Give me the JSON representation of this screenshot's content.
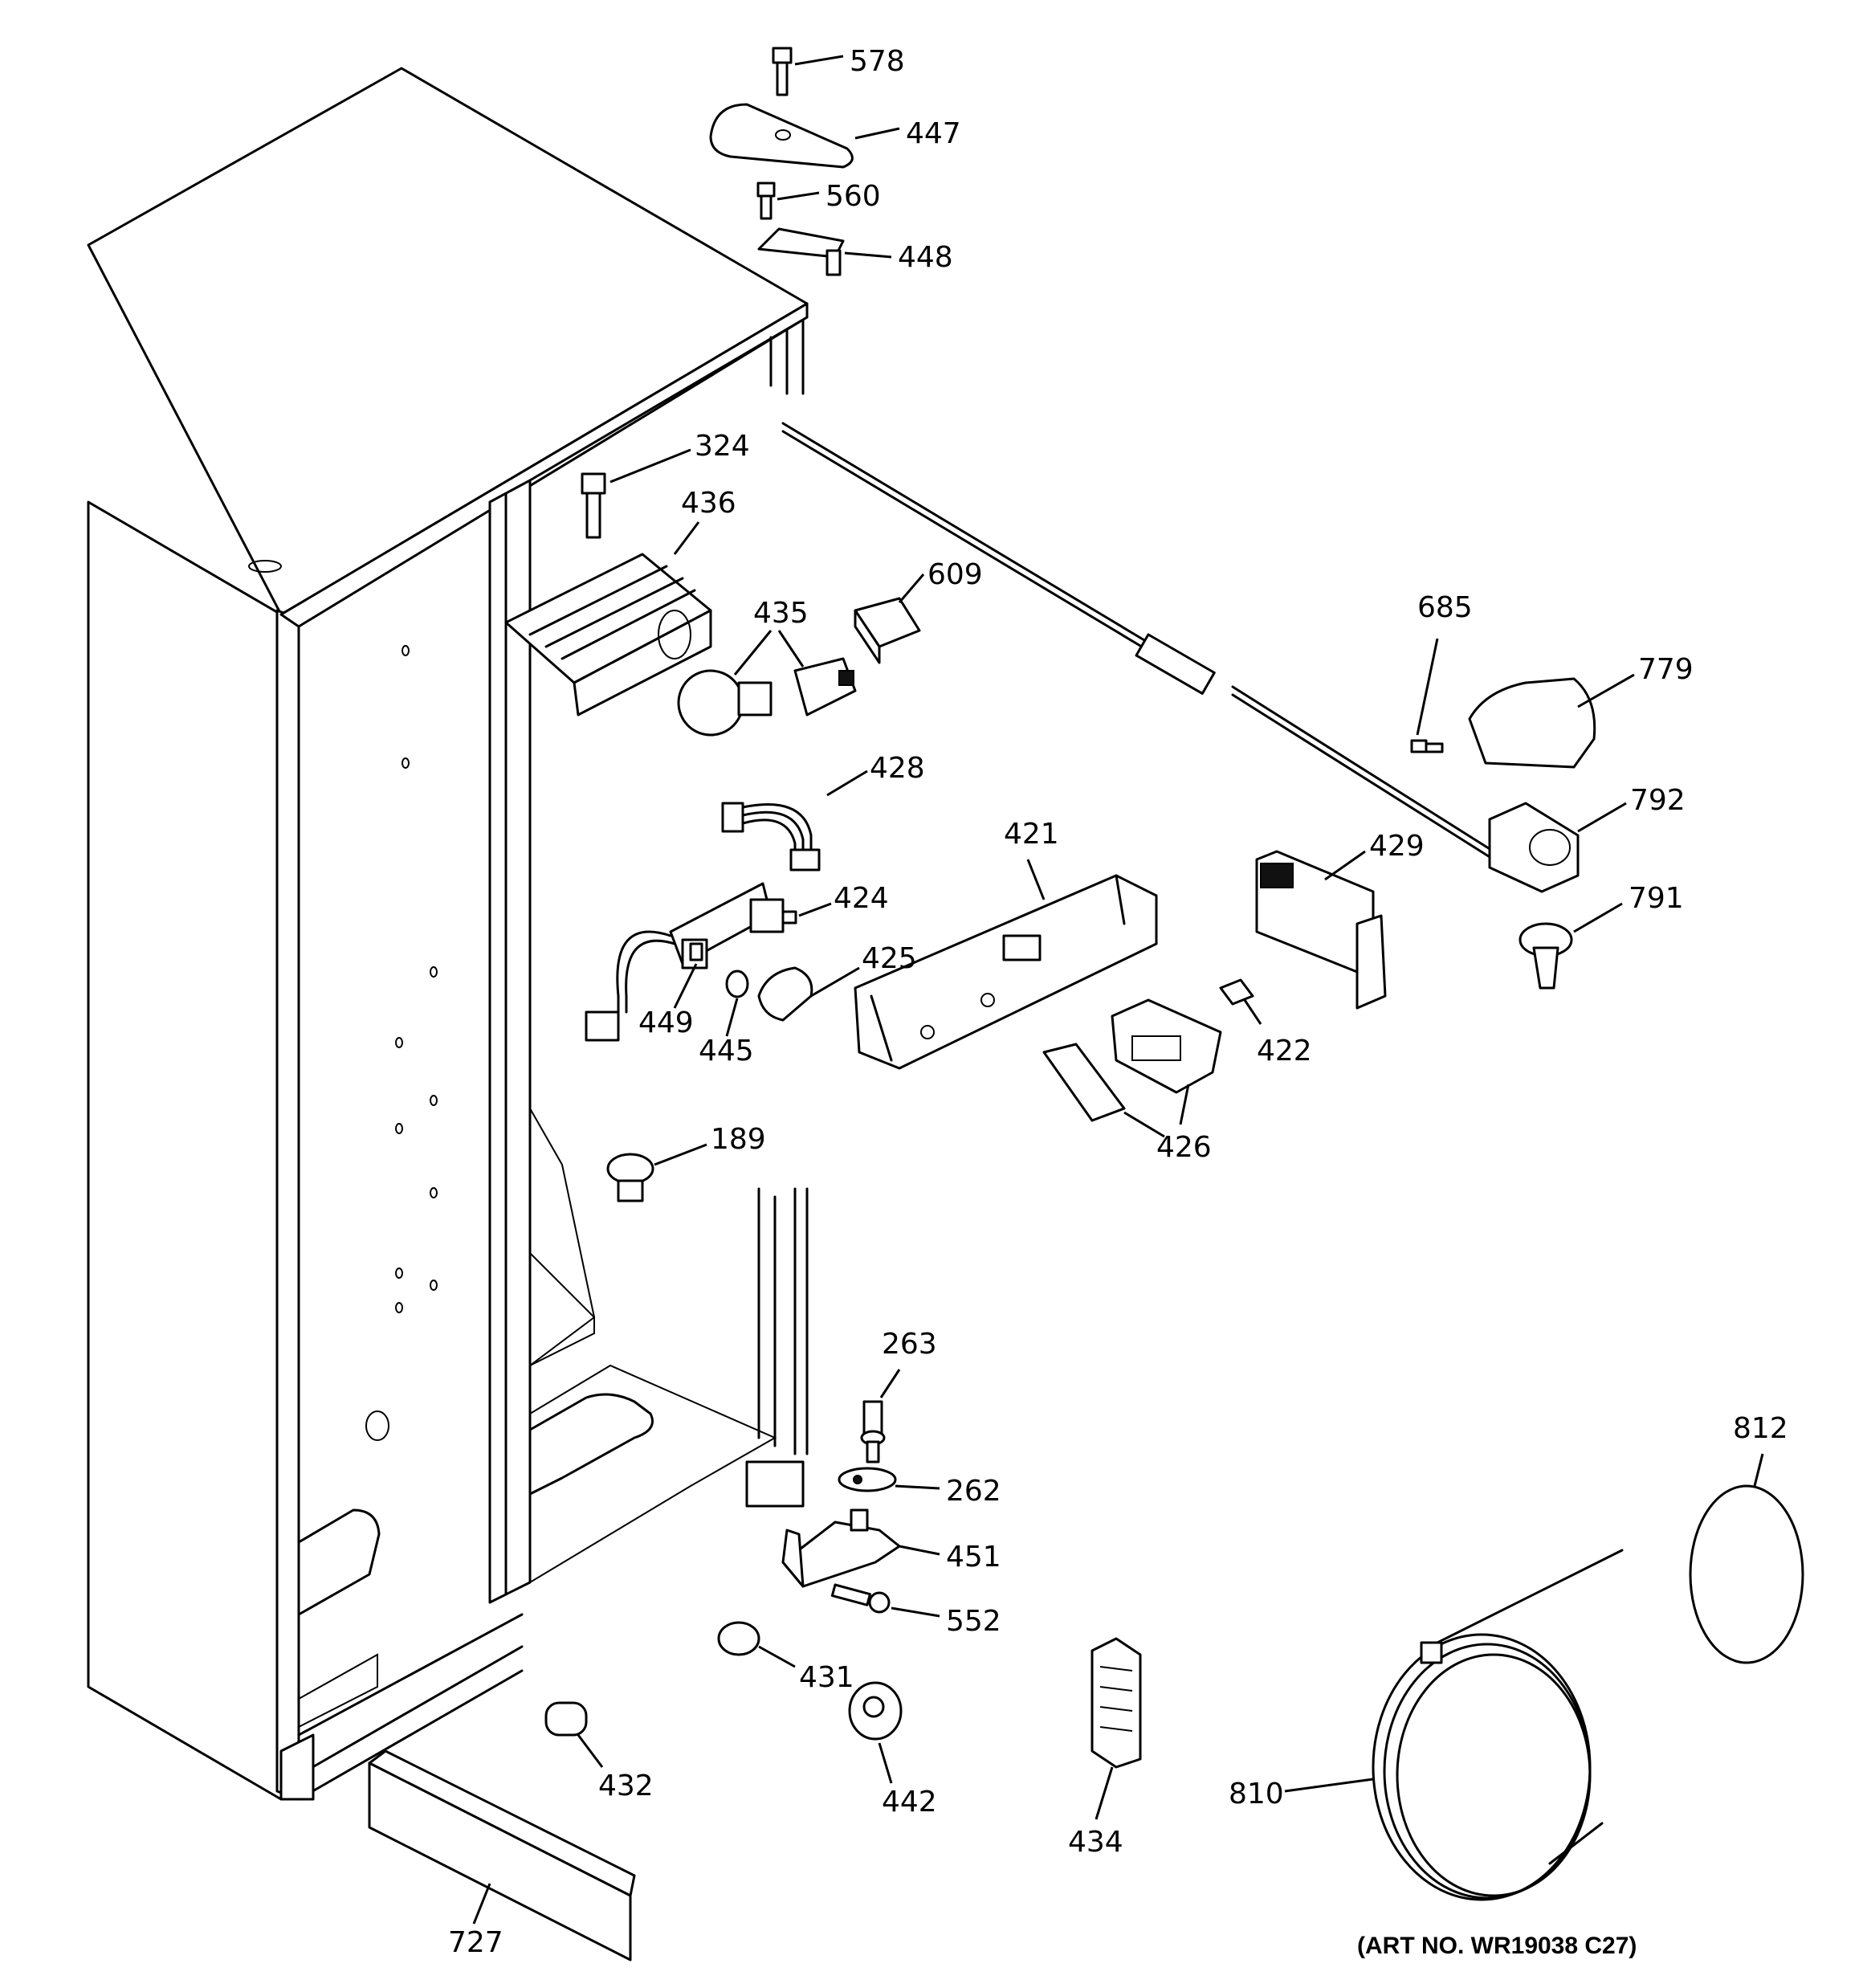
{
  "diagram": {
    "art_number": "(ART NO. WR19038 C27)",
    "callouts": [
      {
        "id": "c578",
        "text": "578"
      },
      {
        "id": "c447",
        "text": "447"
      },
      {
        "id": "c560",
        "text": "560"
      },
      {
        "id": "c448",
        "text": "448"
      },
      {
        "id": "c324",
        "text": "324"
      },
      {
        "id": "c436",
        "text": "436"
      },
      {
        "id": "c609",
        "text": "609"
      },
      {
        "id": "c435",
        "text": "435"
      },
      {
        "id": "c685",
        "text": "685"
      },
      {
        "id": "c779",
        "text": "779"
      },
      {
        "id": "c428",
        "text": "428"
      },
      {
        "id": "c792",
        "text": "792"
      },
      {
        "id": "c421",
        "text": "421"
      },
      {
        "id": "c429",
        "text": "429"
      },
      {
        "id": "c424",
        "text": "424"
      },
      {
        "id": "c791",
        "text": "791"
      },
      {
        "id": "c425",
        "text": "425"
      },
      {
        "id": "c449",
        "text": "449"
      },
      {
        "id": "c445",
        "text": "445"
      },
      {
        "id": "c422",
        "text": "422"
      },
      {
        "id": "c426",
        "text": "426"
      },
      {
        "id": "c189",
        "text": "189"
      },
      {
        "id": "c263",
        "text": "263"
      },
      {
        "id": "c262",
        "text": "262"
      },
      {
        "id": "c812",
        "text": "812"
      },
      {
        "id": "c451",
        "text": "451"
      },
      {
        "id": "c552",
        "text": "552"
      },
      {
        "id": "c431",
        "text": "431"
      },
      {
        "id": "c432",
        "text": "432"
      },
      {
        "id": "c442",
        "text": "442"
      },
      {
        "id": "c810",
        "text": "810"
      },
      {
        "id": "c434",
        "text": "434"
      },
      {
        "id": "c727",
        "text": "727"
      }
    ]
  }
}
